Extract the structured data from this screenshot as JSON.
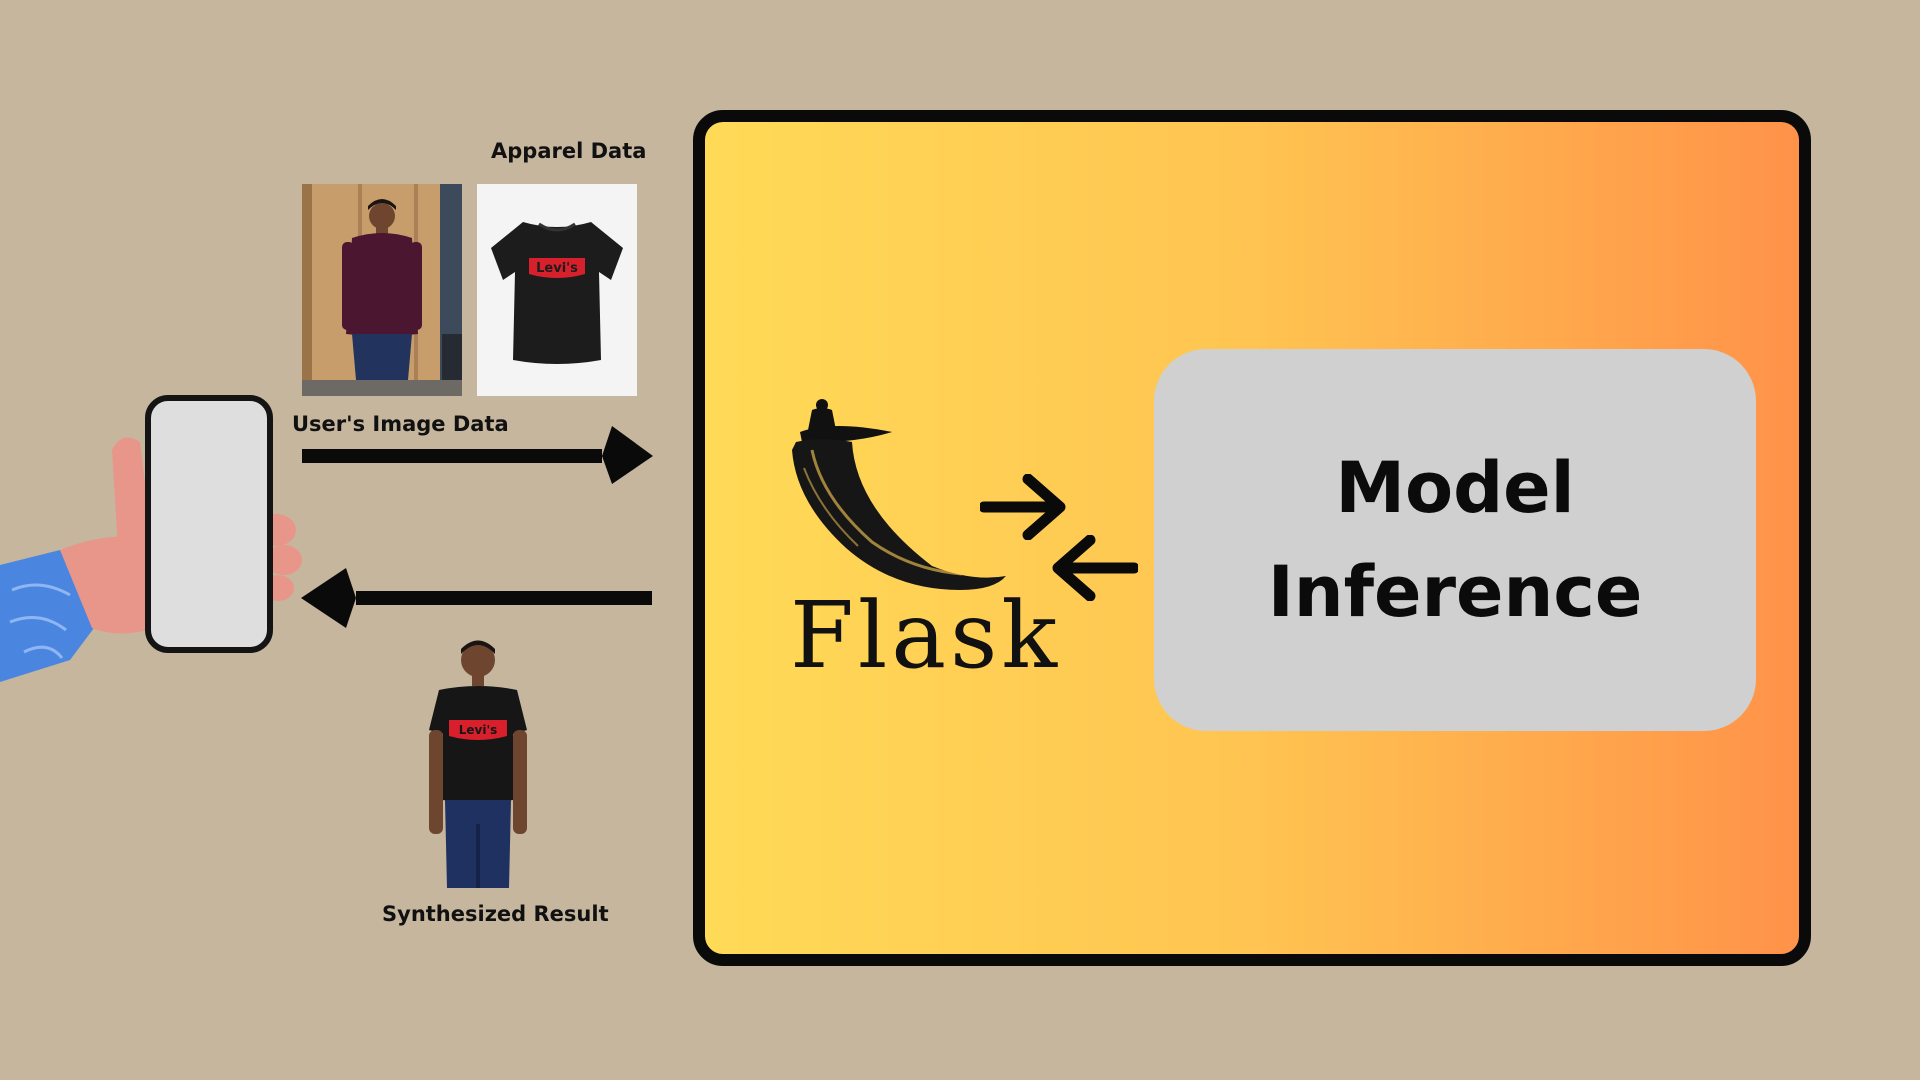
{
  "labels": {
    "apparel": "Apparel Data",
    "user_image": "User's Image Data",
    "result": "Synthesized Result"
  },
  "brand": {
    "shirt_logo": "Levi's"
  },
  "flask": {
    "wordmark": "Flask"
  },
  "model_box": {
    "line1": "Model",
    "line2": "Inference"
  },
  "icons": [
    "hand-holding-phone-icon",
    "flask-horn-logo-icon",
    "arrow-right-icon",
    "arrow-left-icon"
  ],
  "colors": {
    "background": "#c5b69d",
    "frame_border": "#0a0a0a",
    "gradient_start": "#ffda57",
    "gradient_end": "#ff9249",
    "model_box": "#d0d0d0"
  }
}
